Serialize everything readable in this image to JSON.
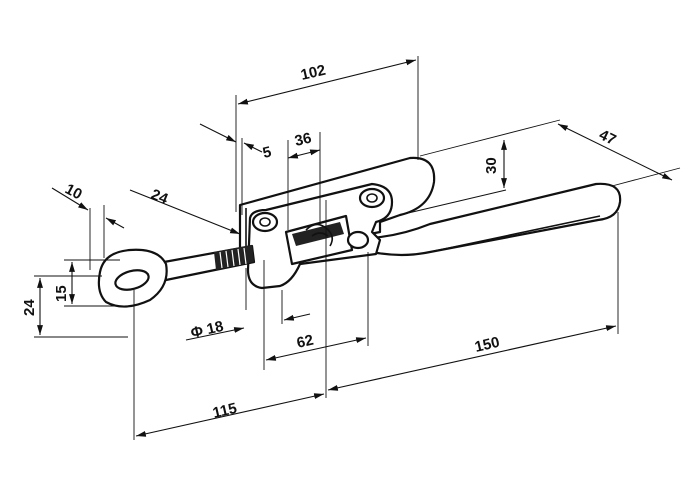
{
  "dimensions": {
    "d102": "102",
    "d36": "36",
    "d5": "5",
    "d24_top": "24",
    "d10": "10",
    "d30": "30",
    "d47": "47",
    "d24_left": "24",
    "d15": "15",
    "phi18": "Φ 18",
    "d62": "62",
    "d150": "150",
    "d115": "115"
  },
  "colors": {
    "ink": "#111111",
    "background": "#ffffff"
  }
}
